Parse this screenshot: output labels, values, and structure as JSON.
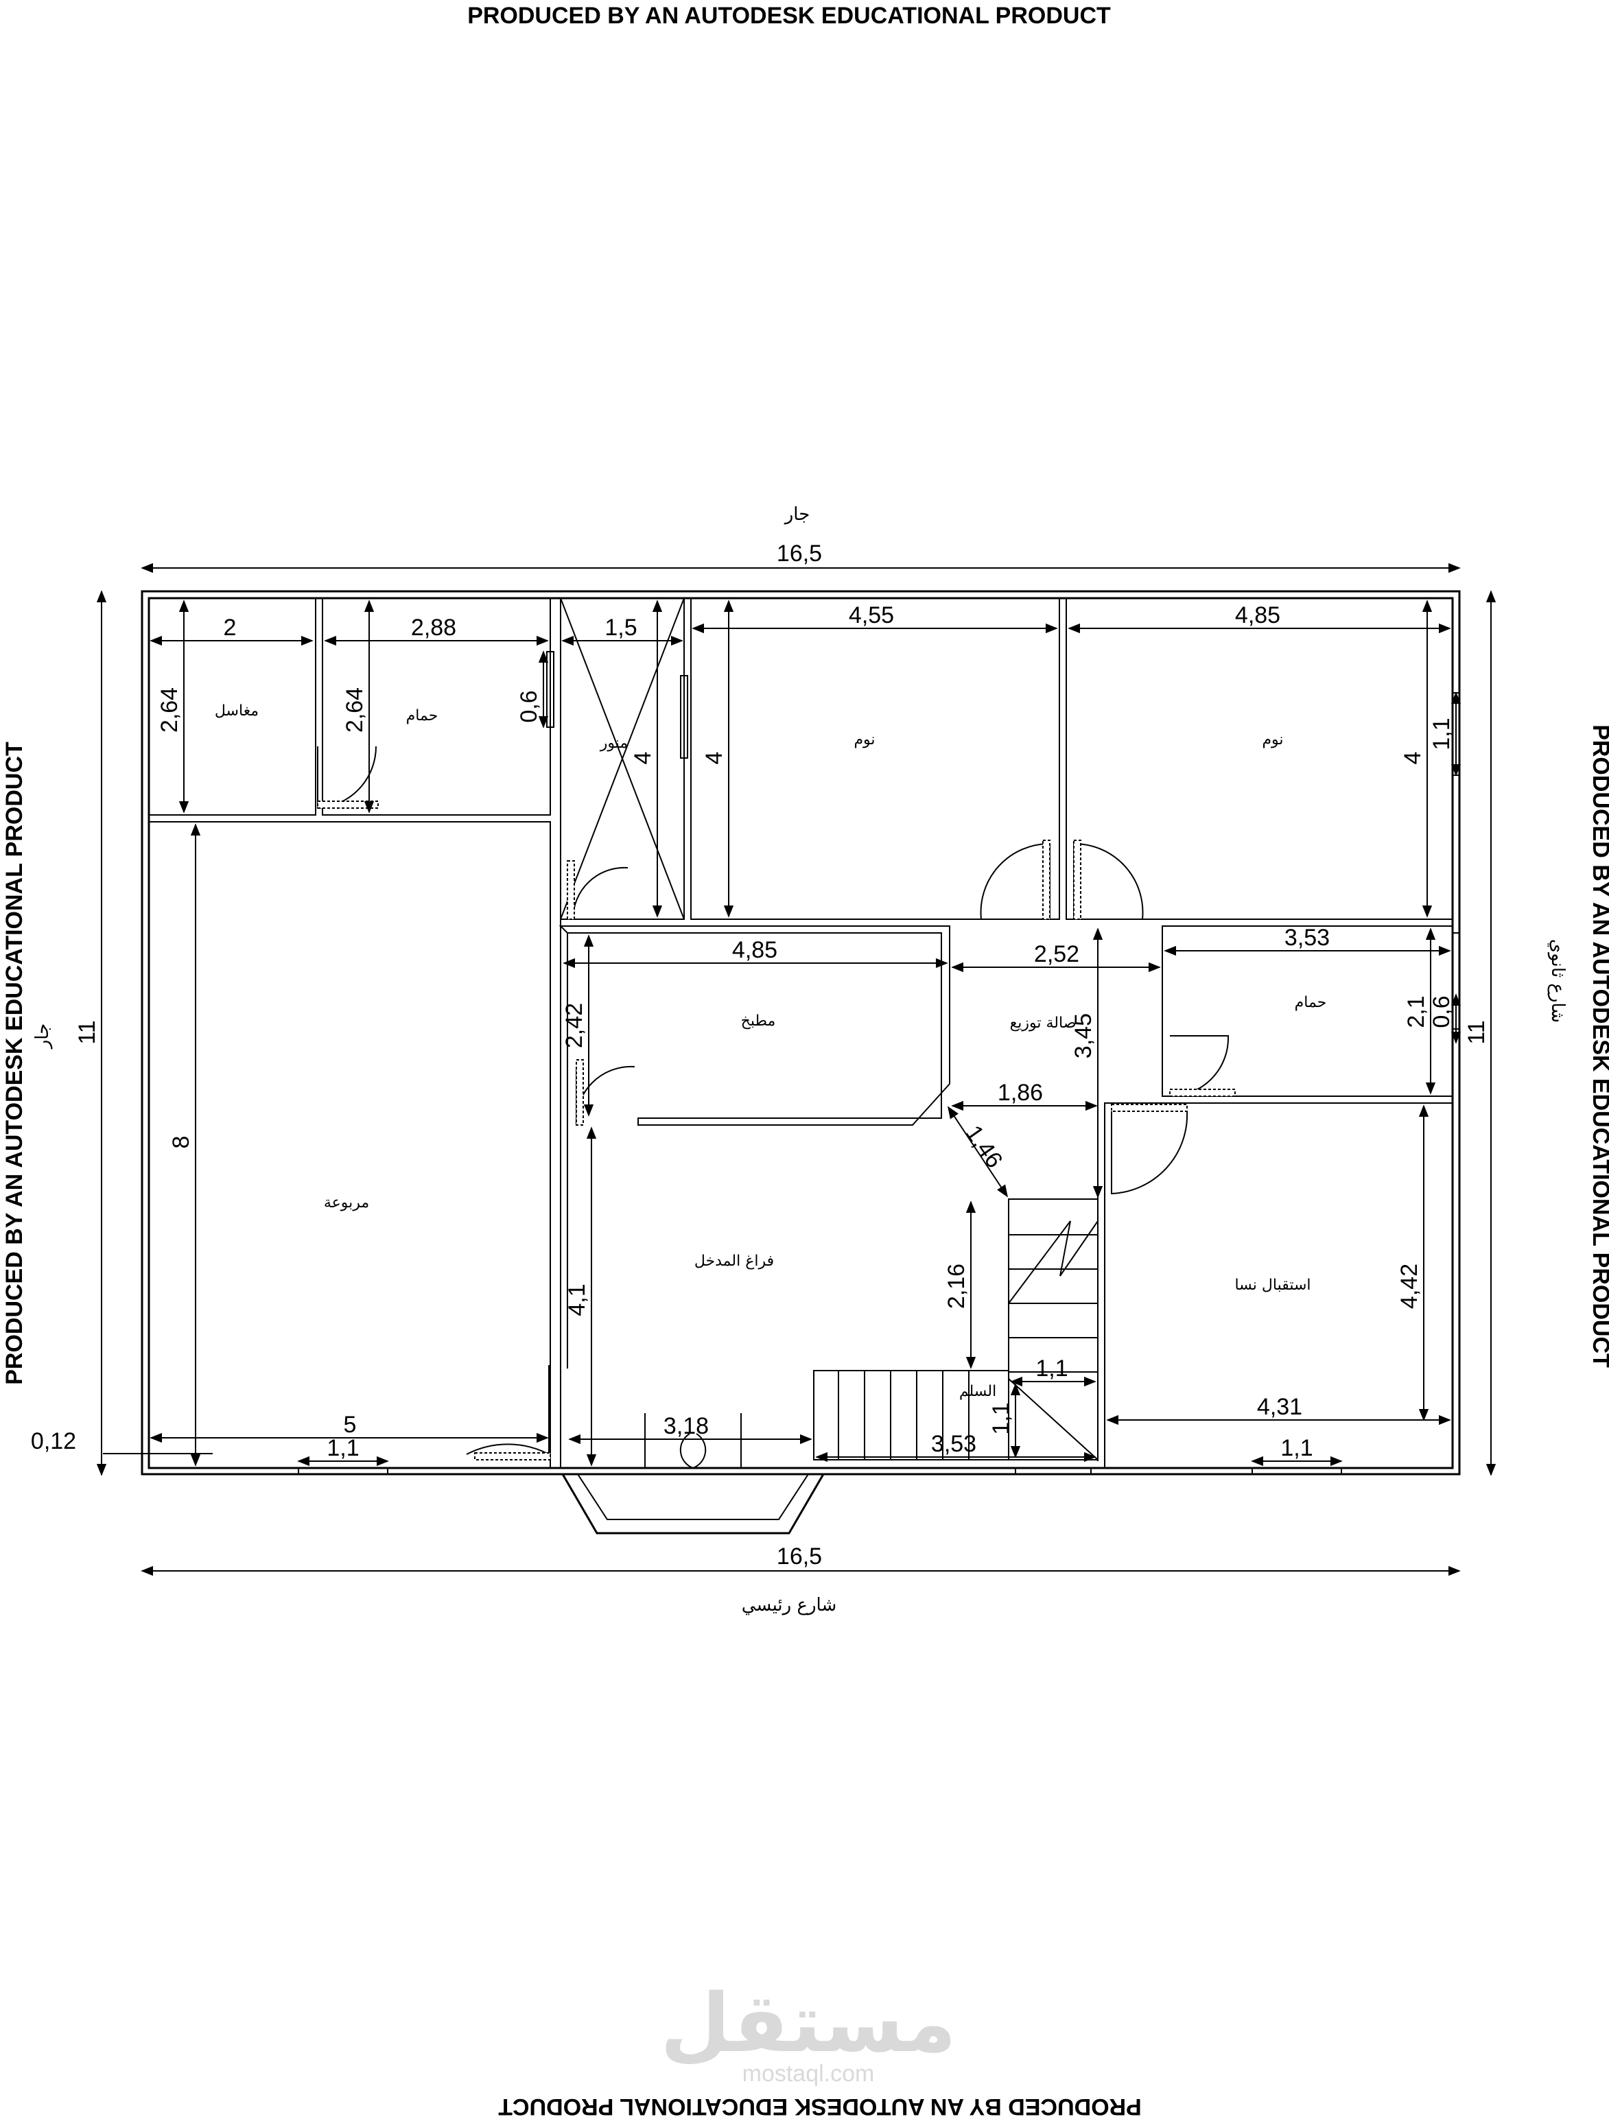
{
  "watermarks": {
    "top": "PRODUCED BY AN AUTODESK EDUCATIONAL PRODUCT",
    "bottom": "PRODUCED BY AN AUTODESK EDUCATIONAL PRODUCT",
    "left": "PRODUCED BY AN AUTODESK EDUCATIONAL PRODUCT",
    "right": "PRODUCED BY AN AUTODESK EDUCATIONAL PRODUCT"
  },
  "surroundings": {
    "top": "جار",
    "bottom": "شارع رئيسي",
    "left": "جار",
    "right": "شارع ثانوي"
  },
  "rooms": {
    "washbasins": "مغاسل",
    "bath_top": "حمام",
    "shaft": "منور",
    "bedroom_1": "نوم",
    "bedroom_2": "نوم",
    "kitchen": "مطبخ",
    "distribution_hall": "صالة توزيع",
    "bath_right": "حمام",
    "living": "مربوعة",
    "entrance": "فراغ المدخل",
    "stairs": "السلم",
    "women_reception": "استقبال نسا"
  },
  "dimensions": {
    "total_width_top": "16,5",
    "total_width_bottom": "16,5",
    "total_height_left": "11",
    "total_height_right": "11",
    "wall_offset": "0,12",
    "wash_w": "2",
    "wash_h": "2,64",
    "bath_w": "2,88",
    "bath_h": "2,64",
    "bath_win": "0,6",
    "shaft_w": "1,5",
    "shaft_h": "4",
    "bed1_w": "4,55",
    "bed1_h": "4",
    "bed2_w": "4,85",
    "bed2_h": "4",
    "bed2_win": "1,1",
    "kitchen_w": "4,85",
    "kitchen_h": "2,42",
    "hall_w": "2,52",
    "hall_h": "3,45",
    "hall_lower_w": "1,86",
    "chamfer": "1,46",
    "bath2_w": "3,53",
    "bath2_h": "2,1",
    "bath2_win": "0,6",
    "living_h": "8",
    "living_w": "5",
    "living_win": "1,1",
    "entrance_h": "4,1",
    "entrance_w": "3,18",
    "stair_h": "2,16",
    "stair_w": "3,53",
    "stair_landing_w": "1,1",
    "stair_landing_h": "1,1",
    "reception_h": "4,42",
    "reception_w": "4,31",
    "reception_win": "1,1"
  },
  "logo": {
    "mark": "مستقل",
    "url": "mostaql.com"
  }
}
